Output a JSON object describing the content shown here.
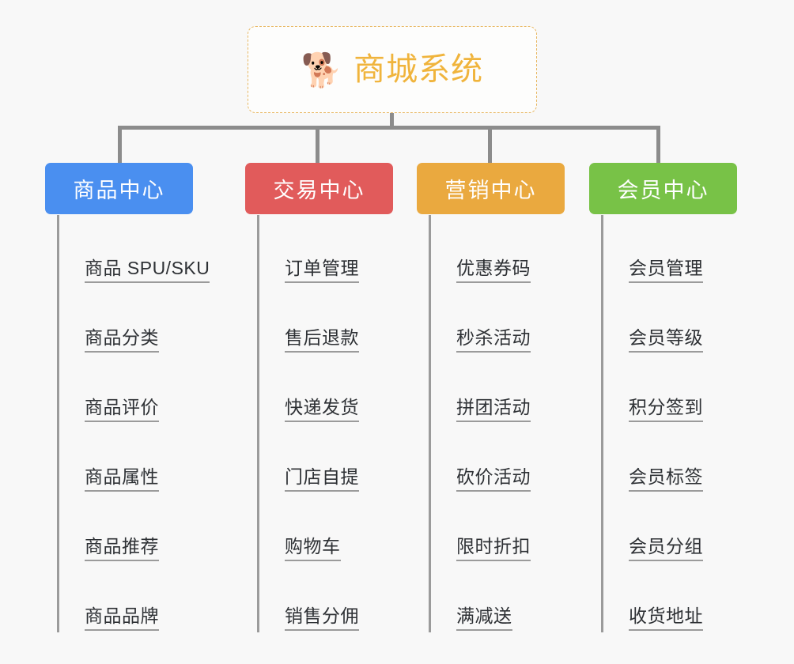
{
  "page": {
    "background_color": "#f8f8f8",
    "type": "mindmap-tree"
  },
  "root": {
    "icon": "shiba-dog-face-emoji",
    "emoji": "🐕",
    "title": "商城系统",
    "text_color": "#f0b43c",
    "border_color": "#e8b863",
    "border_style": "dashed"
  },
  "connector": {
    "color": "#8c8c8c"
  },
  "columns": [
    {
      "id": "product-center",
      "header": "商品中心",
      "color": "#4a8ff0",
      "color_name": "blue",
      "items": [
        "商品 SPU/SKU",
        "商品分类",
        "商品评价",
        "商品属性",
        "商品推荐",
        "商品品牌"
      ]
    },
    {
      "id": "trade-center",
      "header": "交易中心",
      "color": "#e15b5b",
      "color_name": "red",
      "items": [
        "订单管理",
        "售后退款",
        "快递发货",
        "门店自提",
        "购物车",
        "销售分佣"
      ]
    },
    {
      "id": "marketing-center",
      "header": "营销中心",
      "color": "#eaa93f",
      "color_name": "orange",
      "items": [
        "优惠券码",
        "秒杀活动",
        "拼团活动",
        "砍价活动",
        "限时折扣",
        "满减送"
      ]
    },
    {
      "id": "member-center",
      "header": "会员中心",
      "color": "#78c247",
      "color_name": "green",
      "items": [
        "会员管理",
        "会员等级",
        "积分签到",
        "会员标签",
        "会员分组",
        "收货地址"
      ]
    }
  ]
}
